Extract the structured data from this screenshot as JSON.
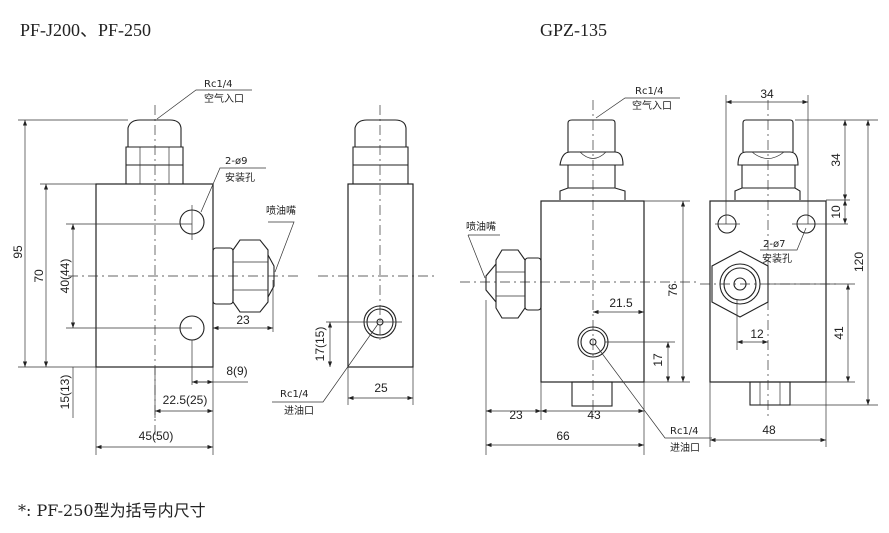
{
  "titles": {
    "left": "PF-J200、PF-250",
    "right": "GPZ-135"
  },
  "footnote": "*: PF-250型为括号内尺寸",
  "left": {
    "air_port": "Rc1/4",
    "air_port_name": "空气入口",
    "mount_holes": "2-ø9",
    "mount_holes_name": "安装孔",
    "nozzle": "喷油嘴",
    "oil_port": "Rc1/4",
    "oil_port_name": "进油口",
    "dims": {
      "h95": "95",
      "h70": "70",
      "h40": "40(44)",
      "h15": "15(13)",
      "w23": "23",
      "w8": "8(9)",
      "w22": "22.5(25)",
      "w45": "45(50)",
      "h17": "17(15)",
      "w25": "25"
    }
  },
  "right": {
    "air_port": "Rc1/4",
    "air_port_name": "空气入口",
    "mount_holes": "2-ø7",
    "mount_holes_name": "安装孔",
    "nozzle": "喷油嘴",
    "oil_port": "Rc1/4",
    "oil_port_name": "进油口",
    "dims": {
      "h76": "76",
      "w21": "21.5",
      "h17": "17",
      "w23": "23",
      "w43": "43",
      "w66": "66",
      "w34": "34",
      "h34": "34",
      "h10": "10",
      "h120": "120",
      "h41": "41",
      "w12": "12",
      "w48": "48"
    }
  }
}
